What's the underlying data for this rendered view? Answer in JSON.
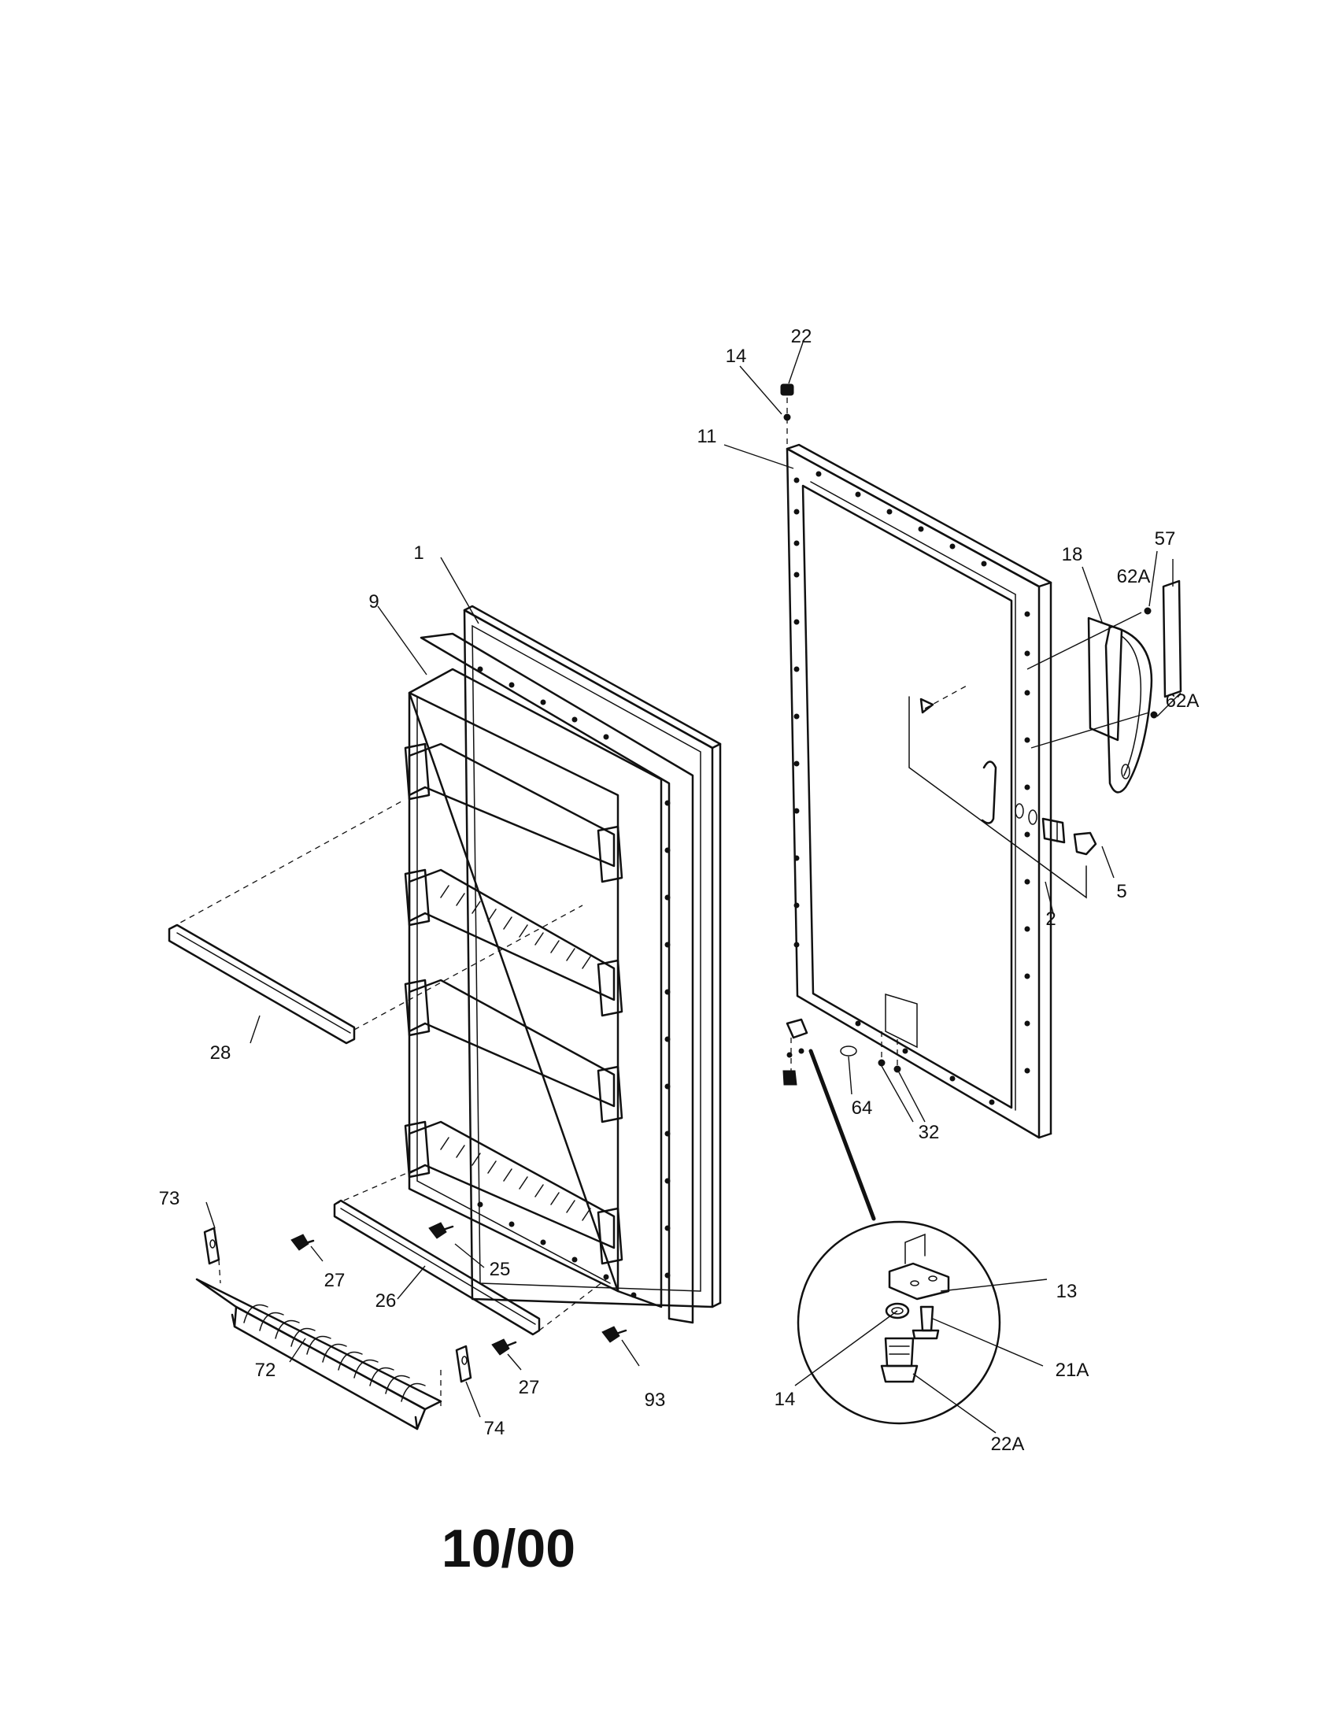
{
  "diagram": {
    "labels": {
      "l1": "1",
      "l2": "2",
      "l5": "5",
      "l9": "9",
      "l11": "11",
      "l13": "13",
      "l14a": "14",
      "l14b": "14",
      "l18": "18",
      "l21a": "21A",
      "l22": "22",
      "l22a": "22A",
      "l25": "25",
      "l26": "26",
      "l27a": "27",
      "l27b": "27",
      "l28": "28",
      "l32": "32",
      "l57": "57",
      "l62a_top": "62A",
      "l62a_bot": "62A",
      "l64": "64",
      "l72": "72",
      "l73": "73",
      "l74": "74",
      "l93": "93"
    },
    "date": "10/00"
  }
}
